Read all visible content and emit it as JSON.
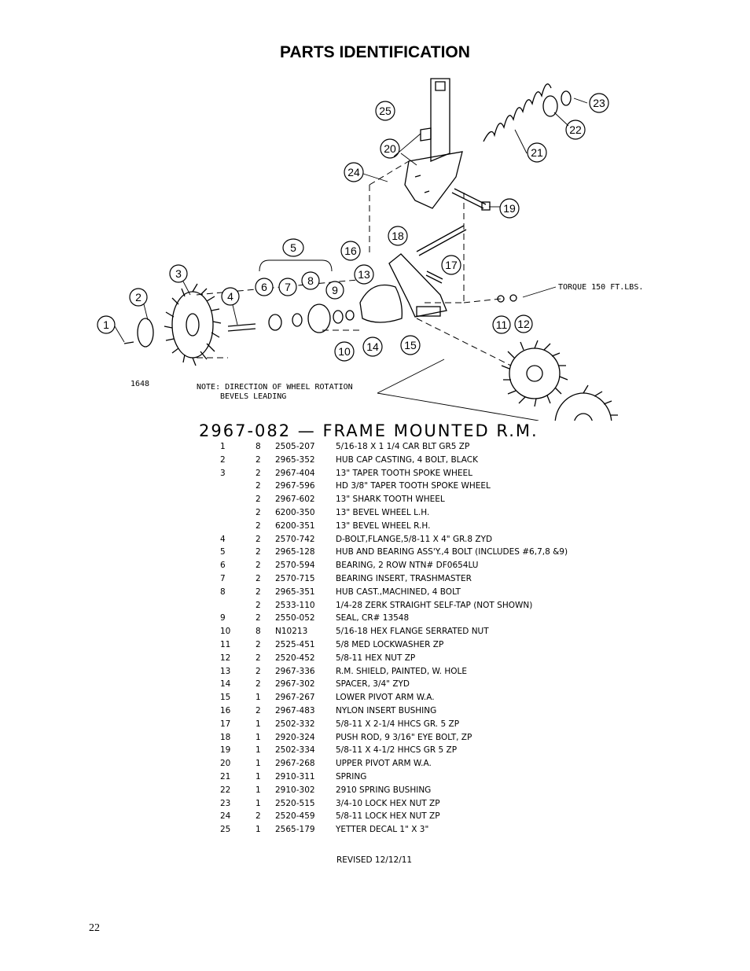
{
  "page_title": "PARTS IDENTIFICATION",
  "diagram": {
    "callouts": [
      "1",
      "2",
      "3",
      "4",
      "5",
      "6",
      "7",
      "8",
      "9",
      "10",
      "11",
      "12",
      "13",
      "14",
      "15",
      "16",
      "17",
      "18",
      "19",
      "20",
      "21",
      "22",
      "23",
      "24",
      "25"
    ],
    "drawing_number": "1648",
    "note_line1": "NOTE: DIRECTION OF WHEEL ROTATION",
    "note_line2": "BEVELS LEADING",
    "torque_note": "TORQUE 150 FT.LBS."
  },
  "table_title": "2967-082 — FRAME MOUNTED R.M.",
  "parts": [
    {
      "item": "1",
      "qty": "8",
      "part": "2505-207",
      "desc": "5/16-18 X 1 1/4 CAR BLT GR5 ZP"
    },
    {
      "item": "2",
      "qty": "2",
      "part": "2965-352",
      "desc": "HUB CAP CASTING, 4 BOLT, BLACK"
    },
    {
      "item": "3",
      "qty": "2",
      "part": "2967-404",
      "desc": "13\" TAPER TOOTH SPOKE WHEEL"
    },
    {
      "item": "",
      "qty": "2",
      "part": "2967-596",
      "desc": "HD 3/8\" TAPER TOOTH SPOKE WHEEL"
    },
    {
      "item": "",
      "qty": "2",
      "part": "2967-602",
      "desc": "13\" SHARK TOOTH WHEEL"
    },
    {
      "item": "",
      "qty": "2",
      "part": "6200-350",
      "desc": "13\" BEVEL WHEEL L.H."
    },
    {
      "item": "",
      "qty": "2",
      "part": "6200-351",
      "desc": "13\" BEVEL WHEEL R.H."
    },
    {
      "item": "4",
      "qty": "2",
      "part": "2570-742",
      "desc": "D-BOLT,FLANGE,5/8-11 X 4\" GR.8 ZYD"
    },
    {
      "item": "5",
      "qty": "2",
      "part": "2965-128",
      "desc": "HUB AND BEARING ASS'Y.,4 BOLT (INCLUDES #6,7,8 &9)"
    },
    {
      "item": "6",
      "qty": "2",
      "part": "2570-594",
      "desc": "BEARING, 2 ROW NTN# DF0654LU"
    },
    {
      "item": "7",
      "qty": "2",
      "part": "2570-715",
      "desc": "BEARING INSERT, TRASHMASTER"
    },
    {
      "item": "8",
      "qty": "2",
      "part": "2965-351",
      "desc": "HUB CAST.,MACHINED, 4 BOLT"
    },
    {
      "item": "",
      "qty": "2",
      "part": "2533-110",
      "desc": "1/4-28 ZERK STRAIGHT SELF-TAP (NOT SHOWN)"
    },
    {
      "item": "9",
      "qty": "2",
      "part": "2550-052",
      "desc": "SEAL, CR# 13548"
    },
    {
      "item": "10",
      "qty": "8",
      "part": "N10213",
      "desc": "5/16-18 HEX FLANGE SERRATED NUT"
    },
    {
      "item": "11",
      "qty": "2",
      "part": "2525-451",
      "desc": "5/8 MED LOCKWASHER ZP"
    },
    {
      "item": "12",
      "qty": "2",
      "part": "2520-452",
      "desc": "5/8-11 HEX NUT ZP"
    },
    {
      "item": "13",
      "qty": "2",
      "part": "2967-336",
      "desc": "R.M. SHIELD, PAINTED, W. HOLE"
    },
    {
      "item": "14",
      "qty": "2",
      "part": "2967-302",
      "desc": "SPACER, 3/4\" ZYD"
    },
    {
      "item": "15",
      "qty": "1",
      "part": "2967-267",
      "desc": "LOWER PIVOT ARM W.A."
    },
    {
      "item": "16",
      "qty": "2",
      "part": "2967-483",
      "desc": "NYLON INSERT BUSHING"
    },
    {
      "item": "17",
      "qty": "1",
      "part": "2502-332",
      "desc": "5/8-11 X 2-1/4 HHCS GR. 5 ZP"
    },
    {
      "item": "18",
      "qty": "1",
      "part": "2920-324",
      "desc": "PUSH ROD, 9 3/16\" EYE BOLT, ZP"
    },
    {
      "item": "19",
      "qty": "1",
      "part": "2502-334",
      "desc": "5/8-11 X 4-1/2 HHCS GR 5 ZP"
    },
    {
      "item": "20",
      "qty": "1",
      "part": "2967-268",
      "desc": "UPPER PIVOT ARM W.A."
    },
    {
      "item": "21",
      "qty": "1",
      "part": "2910-311",
      "desc": "SPRING"
    },
    {
      "item": "22",
      "qty": "1",
      "part": "2910-302",
      "desc": "2910 SPRING BUSHING"
    },
    {
      "item": "23",
      "qty": "1",
      "part": "2520-515",
      "desc": "3/4-10 LOCK HEX NUT ZP"
    },
    {
      "item": "24",
      "qty": "2",
      "part": "2520-459",
      "desc": "5/8-11 LOCK HEX NUT  ZP"
    },
    {
      "item": "25",
      "qty": "1",
      "part": "2565-179",
      "desc": "YETTER DECAL 1\" X 3\""
    }
  ],
  "revised": "REVISED 12/12/11",
  "page_number": "22"
}
